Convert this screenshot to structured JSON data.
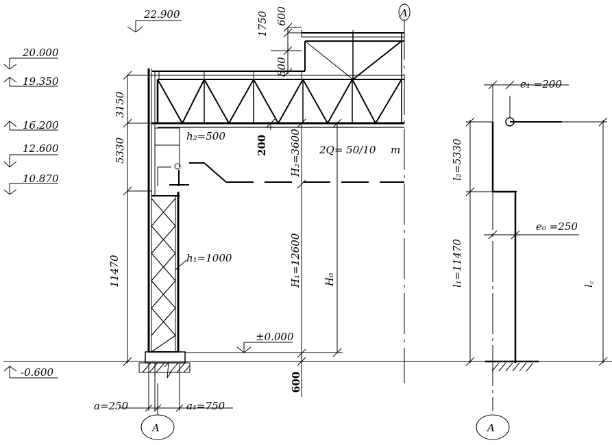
{
  "elevations": {
    "e22900": "22.900",
    "e20000": "20.000",
    "e19350": "19.350",
    "e16200": "16.200",
    "e12600": "12.600",
    "e10870": "10.870",
    "eneg600": "-0.600",
    "zero": "±0.000"
  },
  "dimensions": {
    "d3150": "3150",
    "d5330": "5330",
    "d11470": "11470",
    "d1750": "1750",
    "d600_top": "600",
    "d800": "800",
    "d200": "200",
    "d600_base": "600",
    "h2": "h₂=500",
    "h1": "h₁=1000",
    "a": "a=250",
    "a1": "a₁=750",
    "H2": "H₂=3600",
    "H1": "H₁=12600",
    "H0": "H₀",
    "crane": "2Q= 50/10",
    "crane_unit": "т",
    "e1": "e₁ =200",
    "l2": "l₂=5330",
    "e0": "e₀ =250",
    "l1": "l₁=11470",
    "lc": "l꜀"
  },
  "axis_label": "A"
}
